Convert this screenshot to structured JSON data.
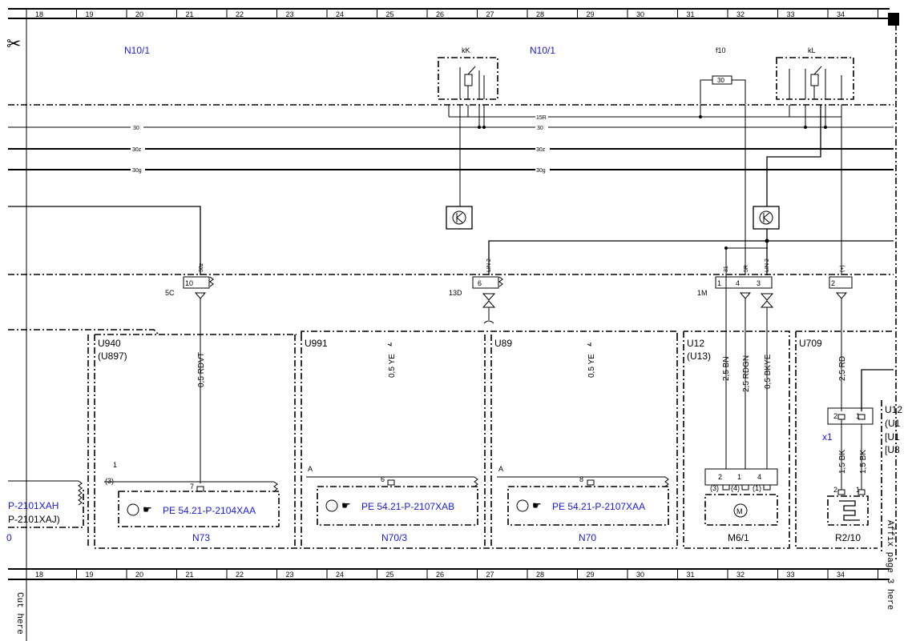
{
  "ruler": {
    "top": [
      "18",
      "19",
      "20",
      "21",
      "22",
      "23",
      "24",
      "25",
      "26",
      "27",
      "28",
      "29",
      "30",
      "31",
      "32",
      "33",
      "34"
    ],
    "bottom": [
      "18",
      "19",
      "20",
      "21",
      "22",
      "23",
      "24",
      "25",
      "26",
      "27",
      "28",
      "29",
      "30",
      "31",
      "32",
      "33",
      "34"
    ]
  },
  "margin_notes": {
    "cut_here": "Cut here",
    "affix_page": "Affix page 3 here"
  },
  "modules": {
    "n10_1_left": "N10/1",
    "n10_1_right": "N10/1",
    "kK": "kK",
    "kL": "kL",
    "f10": "f10",
    "fuse_value": "30"
  },
  "bus_labels": {
    "r15": "15R",
    "t30_left": "30",
    "t30_right": "30",
    "t30z_left": "30z",
    "t30z_right": "30z",
    "t30g_left": "30g",
    "t30g_right": "30g"
  },
  "connectors": {
    "c5c": "5C",
    "c5c_pin": "10",
    "c5c_term": "30z",
    "c13d": "13D",
    "c13d_pin": "6",
    "c13d_term": "LIN 2",
    "c1m": "1M",
    "c1m_pin1": "1",
    "c1m_pin4": "4",
    "c1m_pin3": "3",
    "c1m_pin2": "2",
    "c1m_term31": "31",
    "c1m_term5r": "5R",
    "c1m_termlin": "LIN 2",
    "c1m_termplus": "(+)"
  },
  "sections": {
    "u940": "U940",
    "u897": "(U897)",
    "u991": "U991",
    "u89": "U89",
    "u12": "U12",
    "u13": "(U13)",
    "u709": "U709",
    "u12_cut": "U12",
    "u1a_cut": "(U1",
    "u1b_cut": "[U1",
    "u8_cut": "[U8"
  },
  "wires": {
    "rdvt": "0,5 RDVT",
    "ye1": "0,5 YE",
    "ye2": "0,5 YE",
    "bn": "2,5 BN",
    "rdgn": "2,5 RDGN",
    "bkye": "0,5 BKYE",
    "rd": "2,5 RD",
    "bk1": "1,5 BK",
    "bk2": "1,5 BK"
  },
  "components": {
    "n73": {
      "label": "N73",
      "ref": "PE 54.21-P-2104XAA",
      "pin": "7",
      "note1": "1",
      "note2": "(3)"
    },
    "n70_3": {
      "label": "N70/3",
      "ref": "PE 54.21-P-2107XAB",
      "pin": "6",
      "note": "A"
    },
    "n70": {
      "label": "N70",
      "ref": "PE 54.21-P-2107XAA",
      "pin": "8",
      "note": "A"
    },
    "left_cut": {
      "ref1": "P-2101XAH",
      "ref2": "P-2101XAJ)",
      "mark": "0"
    },
    "m6_1": {
      "label": "M6/1",
      "p2": "2",
      "p1": "1",
      "p4": "4",
      "s3": "(3)",
      "s4": "(4)",
      "s1": "(1)"
    },
    "r2_10": {
      "label": "R2/10",
      "p2": "2",
      "p1": "1"
    },
    "x1": {
      "label": "x1",
      "p2": "2",
      "p1": "1"
    }
  }
}
